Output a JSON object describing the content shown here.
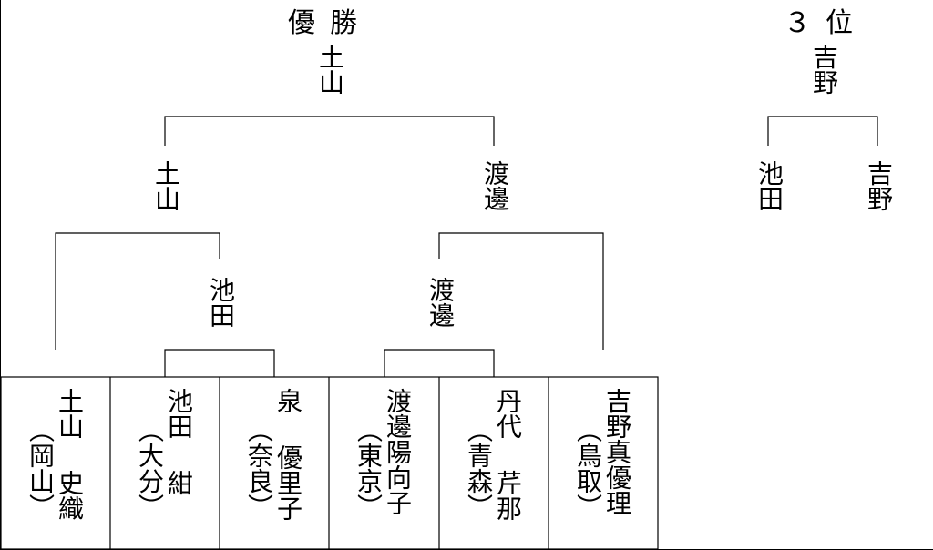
{
  "headers": {
    "champion": "優勝",
    "third": "３位"
  },
  "final_winner": "土山",
  "semi_winners": [
    "土山",
    "渡邊"
  ],
  "quarter_winners": [
    "池田",
    "渡邊"
  ],
  "third_place": {
    "winner": "吉野",
    "left": "池田",
    "right": "吉野"
  },
  "players": [
    {
      "family": "土山",
      "given": "史織",
      "pref": "（岡山）"
    },
    {
      "family": "池田",
      "given": "紺",
      "pref": "（大分）"
    },
    {
      "family": "泉",
      "given": "優里子",
      "pref": "（奈良）"
    },
    {
      "family": "渡邊",
      "given": "陽向子",
      "pref": "（東京）"
    },
    {
      "family": "丹代",
      "given": "芹那",
      "pref": "（青森）"
    },
    {
      "family": "吉野",
      "given": "真優理",
      "pref": "（鳥取）"
    }
  ]
}
